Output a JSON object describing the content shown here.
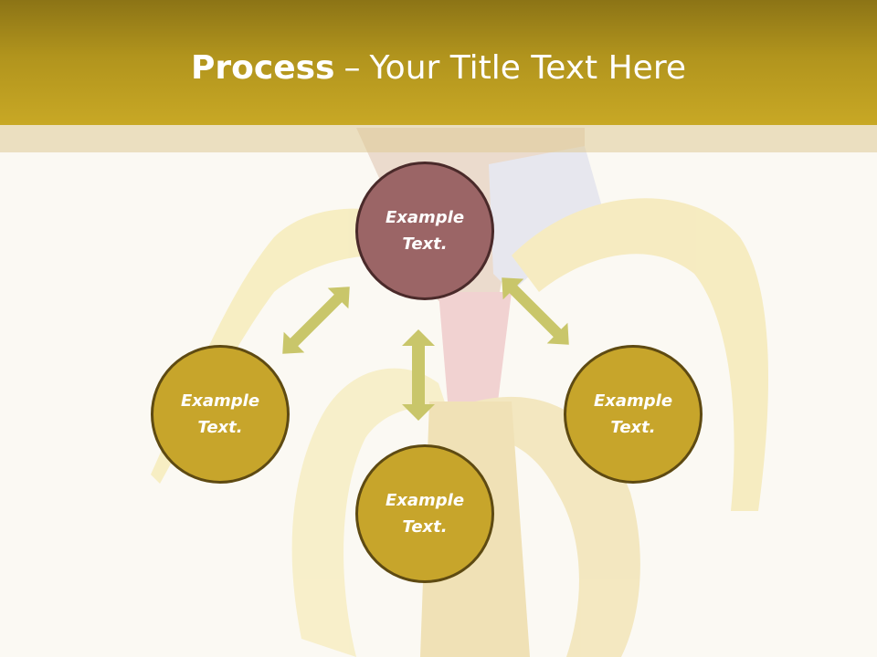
{
  "slide": {
    "title_bold": "Process",
    "title_separator": "–",
    "title_rest": "Your Title Text Here"
  },
  "nodes": [
    {
      "id": "top",
      "line1": "Example",
      "line2": "Text."
    },
    {
      "id": "left",
      "line1": "Example",
      "line2": "Text."
    },
    {
      "id": "bottom",
      "line1": "Example",
      "line2": "Text."
    },
    {
      "id": "right",
      "line1": "Example",
      "line2": "Text."
    }
  ],
  "colors": {
    "title_bar": "#b1941d",
    "center_node": "#9b6566",
    "outer_node": "#c7a52b",
    "arrow": "#c9c66a",
    "background": "#fbf9f3"
  }
}
